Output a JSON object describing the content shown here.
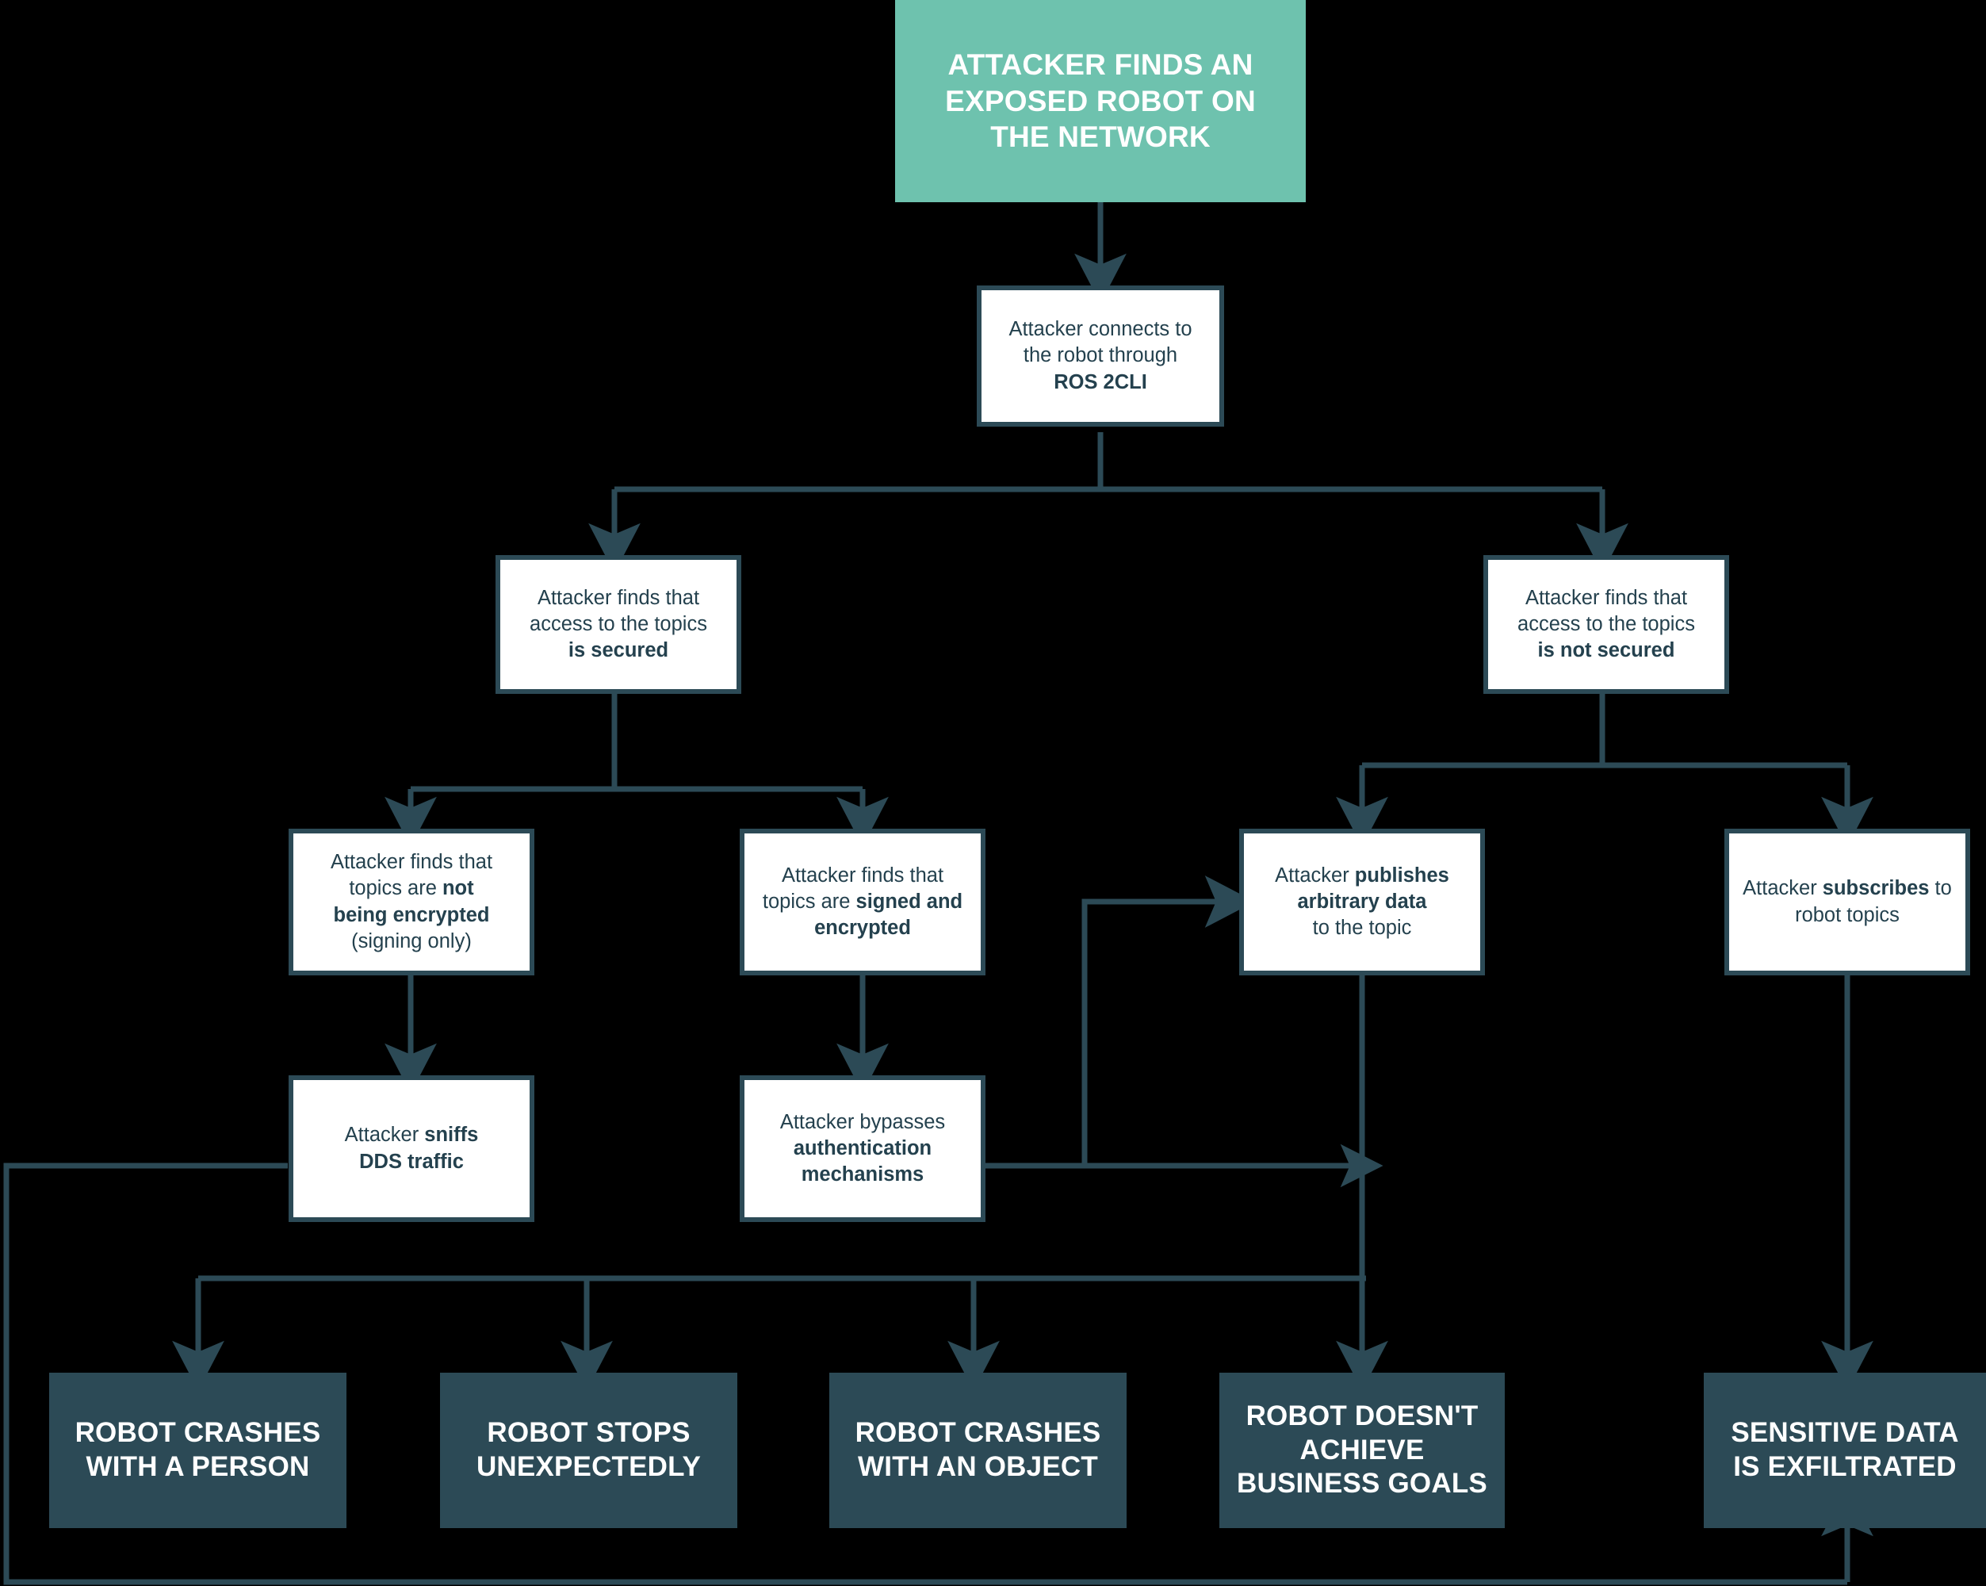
{
  "diagram": {
    "title": "Attacker finds an exposed robot on the network",
    "type": "flowchart",
    "colors": {
      "background": "#000000",
      "root_fill": "#6EC2AE",
      "process_fill": "#FFFFFF",
      "process_border": "#2C4A56",
      "process_text": "#24414E",
      "outcome_fill": "#2C4A56",
      "outcome_text": "#FFFFFF",
      "connector": "#2C4A56"
    }
  },
  "nodes": {
    "root": {
      "line1": "ATTACKER FINDS AN",
      "line2": "EXPOSED ROBOT ON",
      "line3": "THE NETWORK"
    },
    "connect_cli": {
      "line1": "Attacker connects to",
      "line2": "the robot through",
      "line3_bold": "ROS 2CLI"
    },
    "secured": {
      "line1": "Attacker finds that",
      "line2": "access to the topics",
      "line3_bold": "is secured"
    },
    "not_secured": {
      "line1": "Attacker finds that",
      "line2": "access to the topics",
      "line3_bold": "is not secured"
    },
    "not_encrypted": {
      "line1": "Attacker finds that",
      "line2a": "topics are ",
      "line2b_bold": "not",
      "line3_bold": "being encrypted",
      "line4": "(signing only)"
    },
    "signed_encrypted": {
      "line1": "Attacker finds that",
      "line2a": "topics are ",
      "line2b_bold": "signed and",
      "line3_bold": "encrypted"
    },
    "publishes": {
      "line1a": "Attacker ",
      "line1b_bold": "publishes",
      "line2_bold": "arbitrary data",
      "line3": "to the topic"
    },
    "subscribes": {
      "line1a": "Attacker ",
      "line1b_bold": "subscribes",
      "line1c": " to",
      "line2": "robot topics"
    },
    "sniffs": {
      "line1a": "Attacker ",
      "line1b_bold": "sniffs",
      "line2_bold": "DDS traffic"
    },
    "bypasses": {
      "line1": "Attacker bypasses",
      "line2_bold": "authentication",
      "line3_bold": "mechanisms"
    },
    "crash_person": {
      "line1": "ROBOT CRASHES",
      "line2": "WITH A PERSON"
    },
    "stops": {
      "line1": "ROBOT STOPS",
      "line2": "UNEXPECTEDLY"
    },
    "crash_object": {
      "line1": "ROBOT CRASHES",
      "line2": "WITH AN OBJECT"
    },
    "business_goals": {
      "line1": "ROBOT DOESN'T",
      "line2": "ACHIEVE",
      "line3": "BUSINESS GOALS"
    },
    "exfiltrated": {
      "line1": "SENSITIVE DATA",
      "line2": "IS EXFILTRATED"
    }
  }
}
